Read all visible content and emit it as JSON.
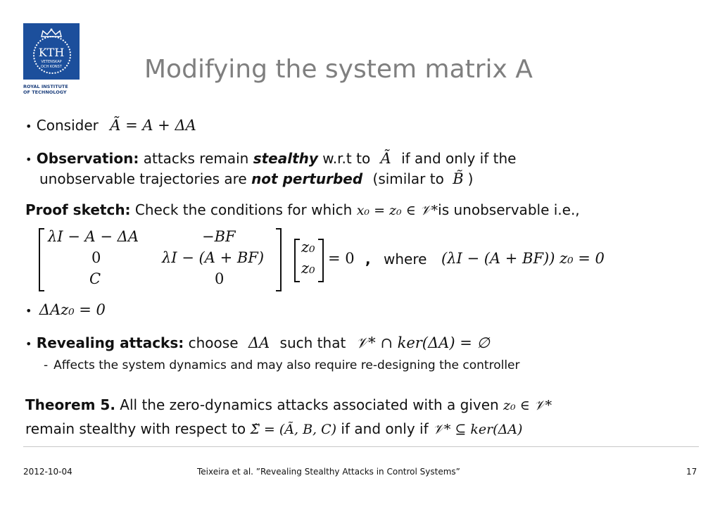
{
  "logo": {
    "text_main": "KTH",
    "text_sub1": "VETENSKAP",
    "text_sub2": "OCH KONST",
    "caption_line1": "ROYAL INSTITUTE",
    "caption_line2": "OF TECHNOLOGY"
  },
  "title": "Modifying the system matrix A",
  "bullets": {
    "b1_text": "Consider",
    "b1_math": "Ã = A + ΔA",
    "b2_bold": "Observation:",
    "b2_t1": " attacks remain ",
    "b2_em1": "stealthy",
    "b2_t2": " w.r.t to ",
    "b2_math": "Ã",
    "b2_t3": " if and only if the",
    "b2_l2_t1": "unobservable trajectories are ",
    "b2_l2_em": "not perturbed",
    "b2_l2_t2": " (similar to ",
    "b2_l2_math": "B̃",
    "b2_l2_t3": ")"
  },
  "proof": {
    "bold": "Proof sketch:",
    "t1": " Check the conditions for which ",
    "math": "x₀ = z₀ ∈ 𝒱*",
    "t2": "is unobservable i.e.,"
  },
  "matrix": {
    "r1c1": "λI − A − ΔA",
    "r1c2": "−BF",
    "r2c1": "0",
    "r2c2": "λI − (A + BF)",
    "r3c1": "C",
    "r3c2": "0",
    "v1": "z₀",
    "v2": "z₀",
    "eq": "= 0",
    "comma": ",",
    "where": "where",
    "cond": "(λI − (A + BF)) z₀ = 0"
  },
  "bullet3_math": "ΔAz₀ = 0",
  "reveal": {
    "bold": "Revealing attacks:",
    "t1": " choose ",
    "math1": "ΔA",
    "t2": " such that ",
    "math2": "𝒱* ∩ ker(ΔA) = ∅",
    "sub_dash": "-",
    "sub": "Affects the system dynamics and may also require re-designing the controller"
  },
  "theorem": {
    "bold": "Theorem 5.",
    "t1": " All the zero-dynamics attacks associated with a given ",
    "math1": "z₀ ∈ 𝒱*",
    "t2": "remain stealthy with respect to ",
    "math2": "Σ̃ = (Ã, B, C)",
    "t3": " if and only if ",
    "math3": "𝒱* ⊆ ker(ΔA)"
  },
  "footer": {
    "date": "2012-10-04",
    "citation": "Teixeira et al. ”Revealing Stealthy Attacks in Control Systems”",
    "page": "17"
  },
  "colors": {
    "logo_blue": "#1c4f9c",
    "title_gray": "#7f7f7f"
  }
}
